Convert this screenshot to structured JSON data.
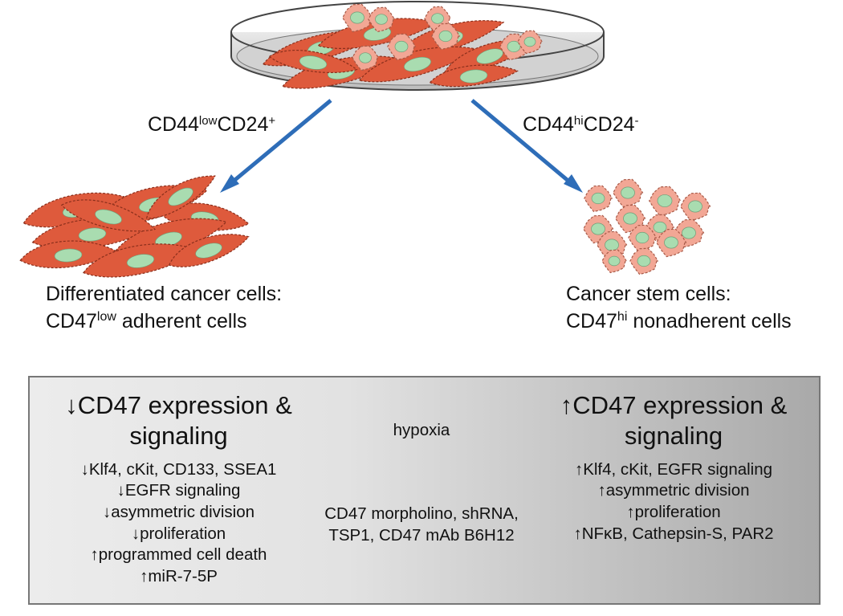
{
  "top_labels": {
    "left": {
      "base1": "CD44",
      "sup1": "low",
      "base2": "CD24",
      "sup2": "+"
    },
    "right": {
      "base1": "CD44",
      "sup1": "hi",
      "base2": "CD24",
      "sup2": "-"
    }
  },
  "captions": {
    "left": {
      "line1": "Differentiated cancer cells:",
      "base": "CD47",
      "sup": "low",
      "rest": " adherent cells"
    },
    "right": {
      "line1": "Cancer stem cells:",
      "base": "CD47",
      "sup": "hi",
      "rest": " nonadherent cells"
    }
  },
  "panel": {
    "left_heading": [
      "↓CD47 expression &",
      "signaling"
    ],
    "left_items": [
      "↓Klf4, cKit, CD133, SSEA1",
      "↓EGFR signaling",
      "↓asymmetric division",
      "↓proliferation",
      "↑programmed cell death",
      "↑miR-7-5P"
    ],
    "middle_top": "hypoxia",
    "middle_bottom": [
      "CD47 morpholino, shRNA,",
      "TSP1, CD47 mAb B6H12"
    ],
    "right_heading": [
      "↑CD47 expression &",
      "signaling"
    ],
    "right_items": [
      "↑Klf4, cKit, EGFR signaling",
      "↑asymmetric division",
      "↑proliferation",
      "↑NFκB, Cathepsin-S, PAR2"
    ]
  },
  "colors": {
    "arrow_blue": "#2e6db8",
    "differentiated_cell": "#de5a3c",
    "stem_cell": "#f2a795",
    "nucleus": "#a9dcb0",
    "hypoxia_arrow": "#ee1c25",
    "reverse_arrow": "#1fa84a"
  }
}
